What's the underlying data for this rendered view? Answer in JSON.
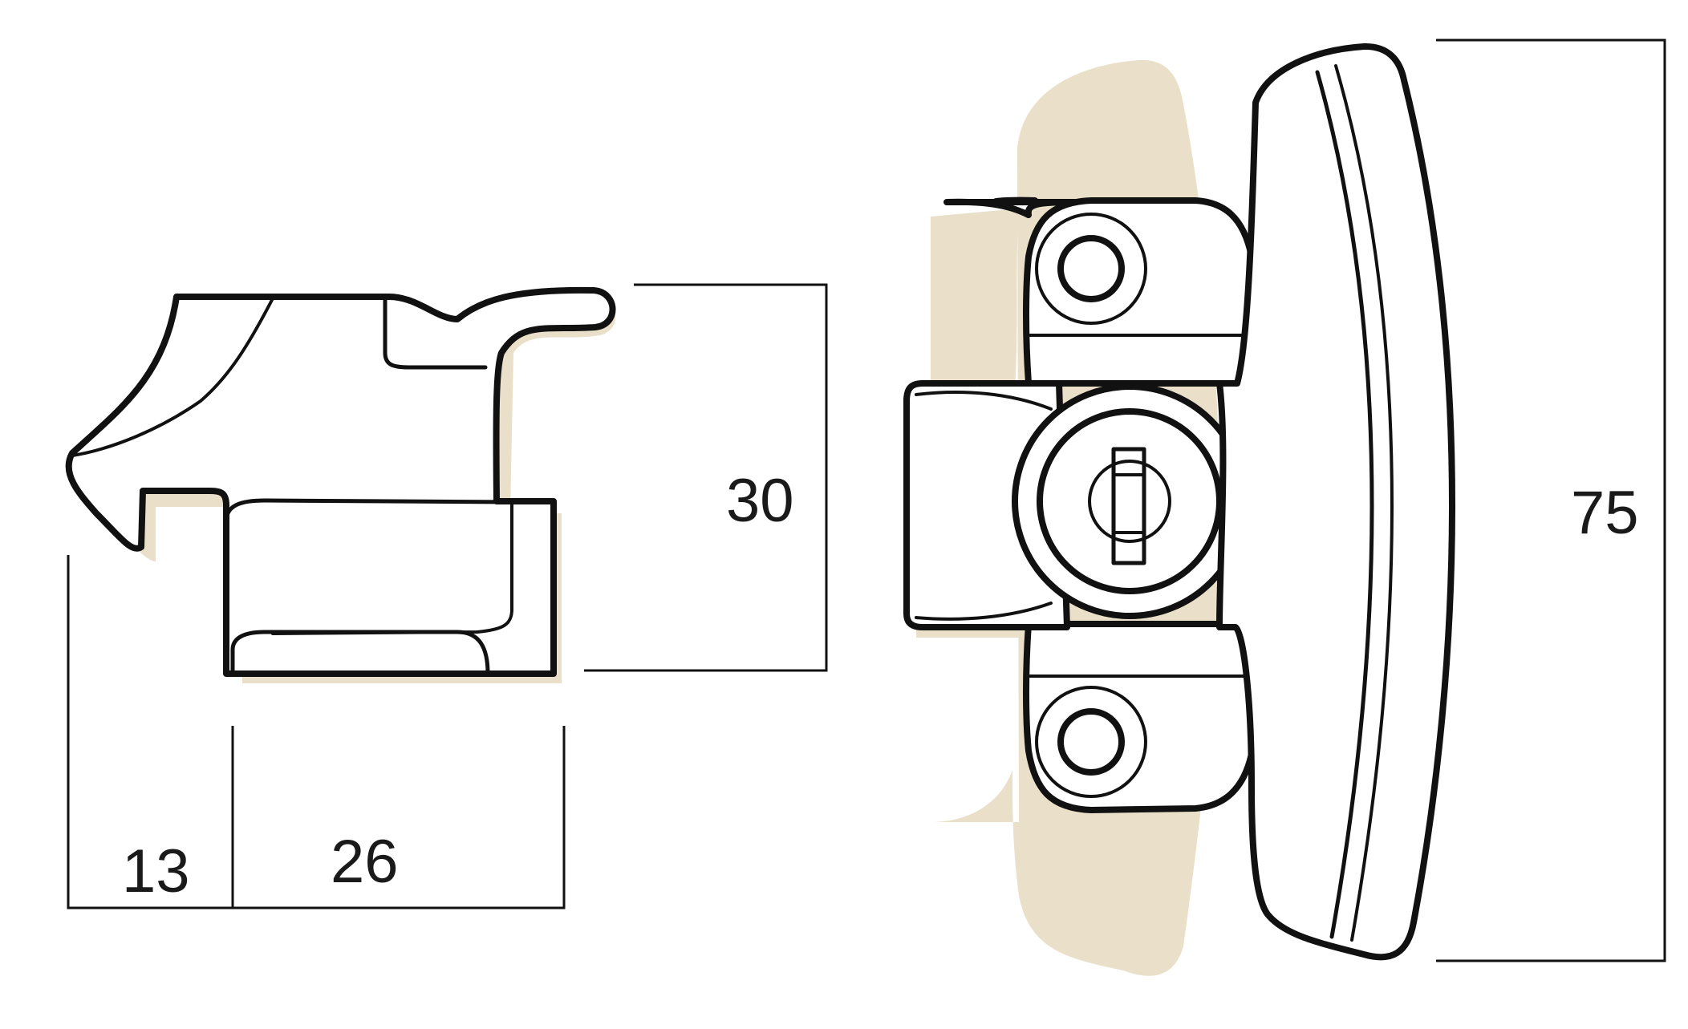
{
  "dimensions": {
    "latch_height": "30",
    "hook_depth": "13",
    "latch_body_width": "26",
    "handle_length": "75"
  },
  "colors": {
    "line": "#111111",
    "shadow": "#eadfc8",
    "background": "#ffffff"
  }
}
